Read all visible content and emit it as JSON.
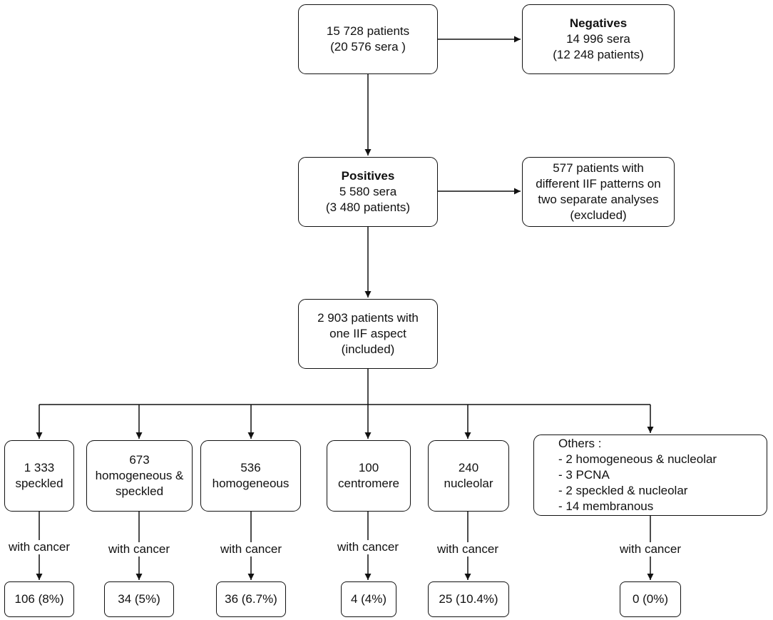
{
  "start": {
    "line1": "15 728 patients",
    "line2": "(20 576 sera )"
  },
  "negatives": {
    "title": "Negatives",
    "line1": "14 996 sera",
    "line2": "(12 248 patients)"
  },
  "positives": {
    "title": "Positives",
    "line1": "5 580 sera",
    "line2": "(3 480 patients)"
  },
  "excluded": {
    "lines": [
      "577 patients with",
      "different IIF patterns on",
      "two separate analyses",
      "(excluded)"
    ]
  },
  "included": {
    "lines": [
      "2 903 patients with",
      "one IIF aspect",
      "(included)"
    ]
  },
  "groups": [
    {
      "lines": [
        "1 333",
        "speckled"
      ],
      "with": "with cancer",
      "result": "106 (8%)"
    },
    {
      "lines": [
        "673",
        "homogeneous &",
        "speckled"
      ],
      "with": "with cancer",
      "result": "34 (5%)"
    },
    {
      "lines": [
        "536",
        "homogeneous"
      ],
      "with": "with cancer",
      "result": "36 (6.7%)"
    },
    {
      "lines": [
        "100",
        "centromere"
      ],
      "with": "with cancer",
      "result": "4 (4%)"
    },
    {
      "lines": [
        "240",
        "nucleolar"
      ],
      "with": "with cancer",
      "result": "25 (10.4%)"
    }
  ],
  "others": {
    "title": "Others :",
    "items": [
      "- 2 homogeneous & nucleolar",
      "- 3 PCNA",
      "- 2 speckled & nucleolar",
      "- 14 membranous"
    ],
    "with": "with cancer",
    "result": "0 (0%)"
  }
}
